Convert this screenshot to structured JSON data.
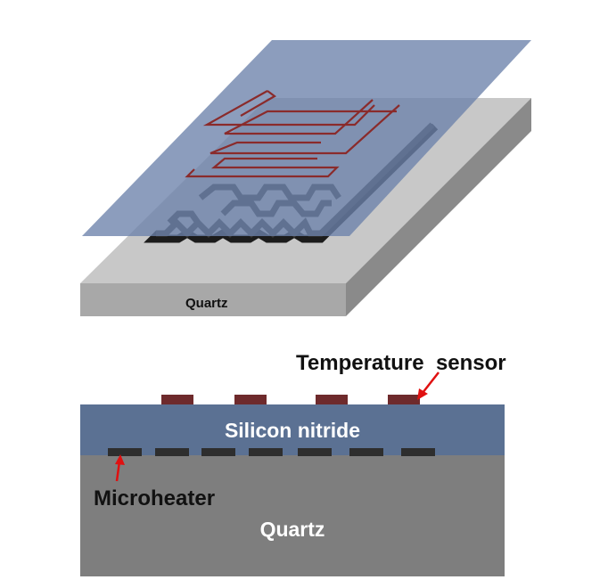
{
  "top_view": {
    "substrate_label": "Quartz"
  },
  "cross_section": {
    "temperature_sensor_label": "Temperature  sensor",
    "nitride_label": "Silicon nitride",
    "microheater_label": "Microheater",
    "substrate_label": "Quartz"
  },
  "colors": {
    "quartz_top": "#c8c8c8",
    "quartz_front": "#a8a8a8",
    "quartz_side": "#8a8a8a",
    "nitride_sheet": "#6b82ab",
    "nitride_layer": "#5b7193",
    "sensor": "#6e2a2c",
    "heater": "#2e2e2e",
    "substrate_section": "#7e7e7e",
    "arrow": "#e01010"
  }
}
